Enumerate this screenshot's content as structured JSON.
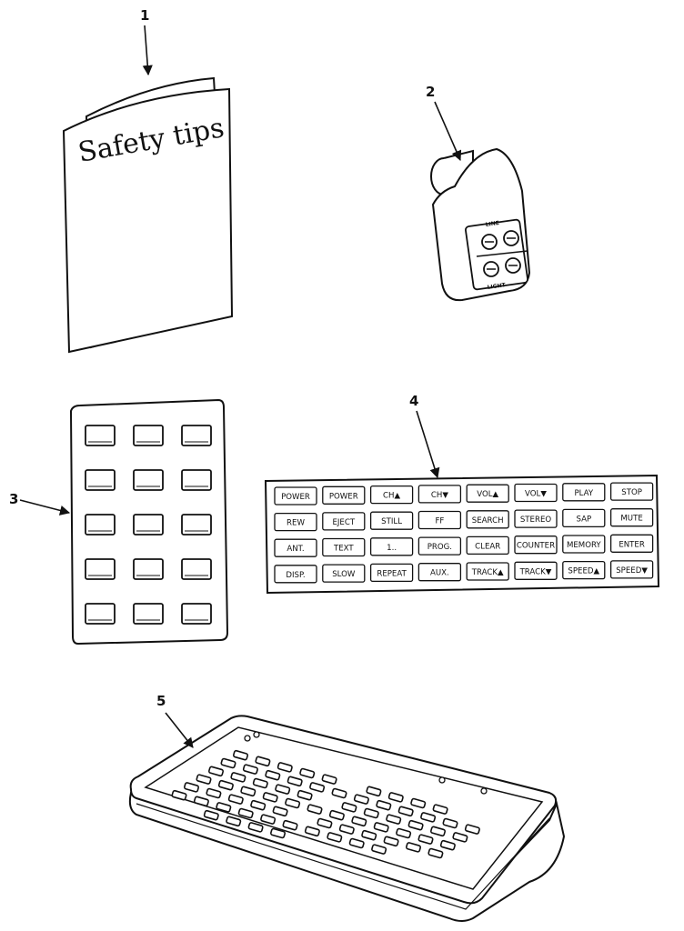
{
  "callouts": [
    "1",
    "2",
    "3",
    "4",
    "5"
  ],
  "booklet": {
    "title": "Safety tips"
  },
  "adapter": {
    "top_label": "LINE",
    "bottom_label": "LIGHT"
  },
  "keyboard": {
    "rows": [
      [
        "POWER",
        "POWER",
        "CH▲",
        "CH▼",
        "VOL▲",
        "VOL▼",
        "PLAY",
        "STOP"
      ],
      [
        "REW",
        "EJECT",
        "STILL",
        "FF",
        "SEARCH",
        "STEREO",
        "SAP",
        "MUTE"
      ],
      [
        "ANT.",
        "TEXT",
        "1..",
        "PROG.",
        "CLEAR",
        "COUNTER",
        "MEMORY",
        "ENTER"
      ],
      [
        "DISP.",
        "SLOW",
        "REPEAT",
        "AUX.",
        "TRACK▲",
        "TRACK▼",
        "SPEED▲",
        "SPEED▼"
      ]
    ]
  }
}
